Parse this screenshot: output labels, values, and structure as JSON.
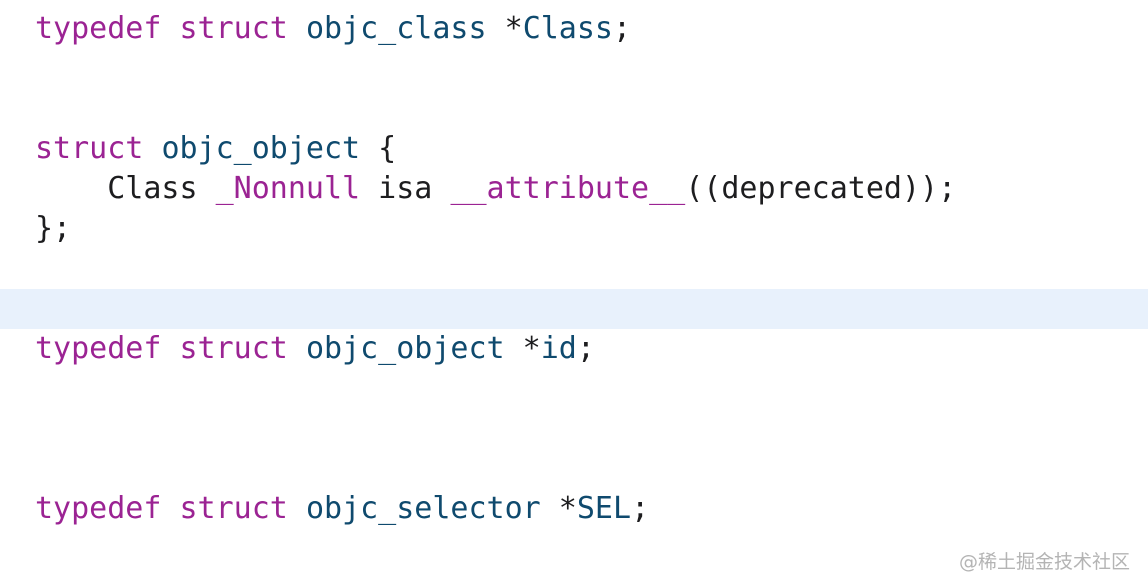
{
  "editor": {
    "line1": {
      "kw1": "typedef",
      "kw2": "struct",
      "type": "objc_class",
      "rest": " *",
      "name": "Class",
      "end": ";"
    },
    "line2": {
      "kw": "struct",
      "type": "objc_object",
      "rest": " {"
    },
    "line3": {
      "indent": "    Class ",
      "nonnull": "_Nonnull",
      "mid": " isa ",
      "attr": "__attribute__",
      "end": "((deprecated));"
    },
    "line4": {
      "text": "};"
    },
    "line5": {
      "kw1": "typedef",
      "kw2": "struct",
      "type": "objc_object",
      "rest": " *",
      "name": "id",
      "end": ";"
    },
    "line6": {
      "kw1": "typedef",
      "kw2": "struct",
      "type": "objc_selector",
      "rest": " *",
      "name": "SEL",
      "end": ";"
    }
  },
  "watermark": "@稀土掘金技术社区",
  "colors": {
    "keyword": "#9b2393",
    "type": "#0f4a6e",
    "plain": "#1d1d1f",
    "line_highlight": "#e8f1fc"
  }
}
